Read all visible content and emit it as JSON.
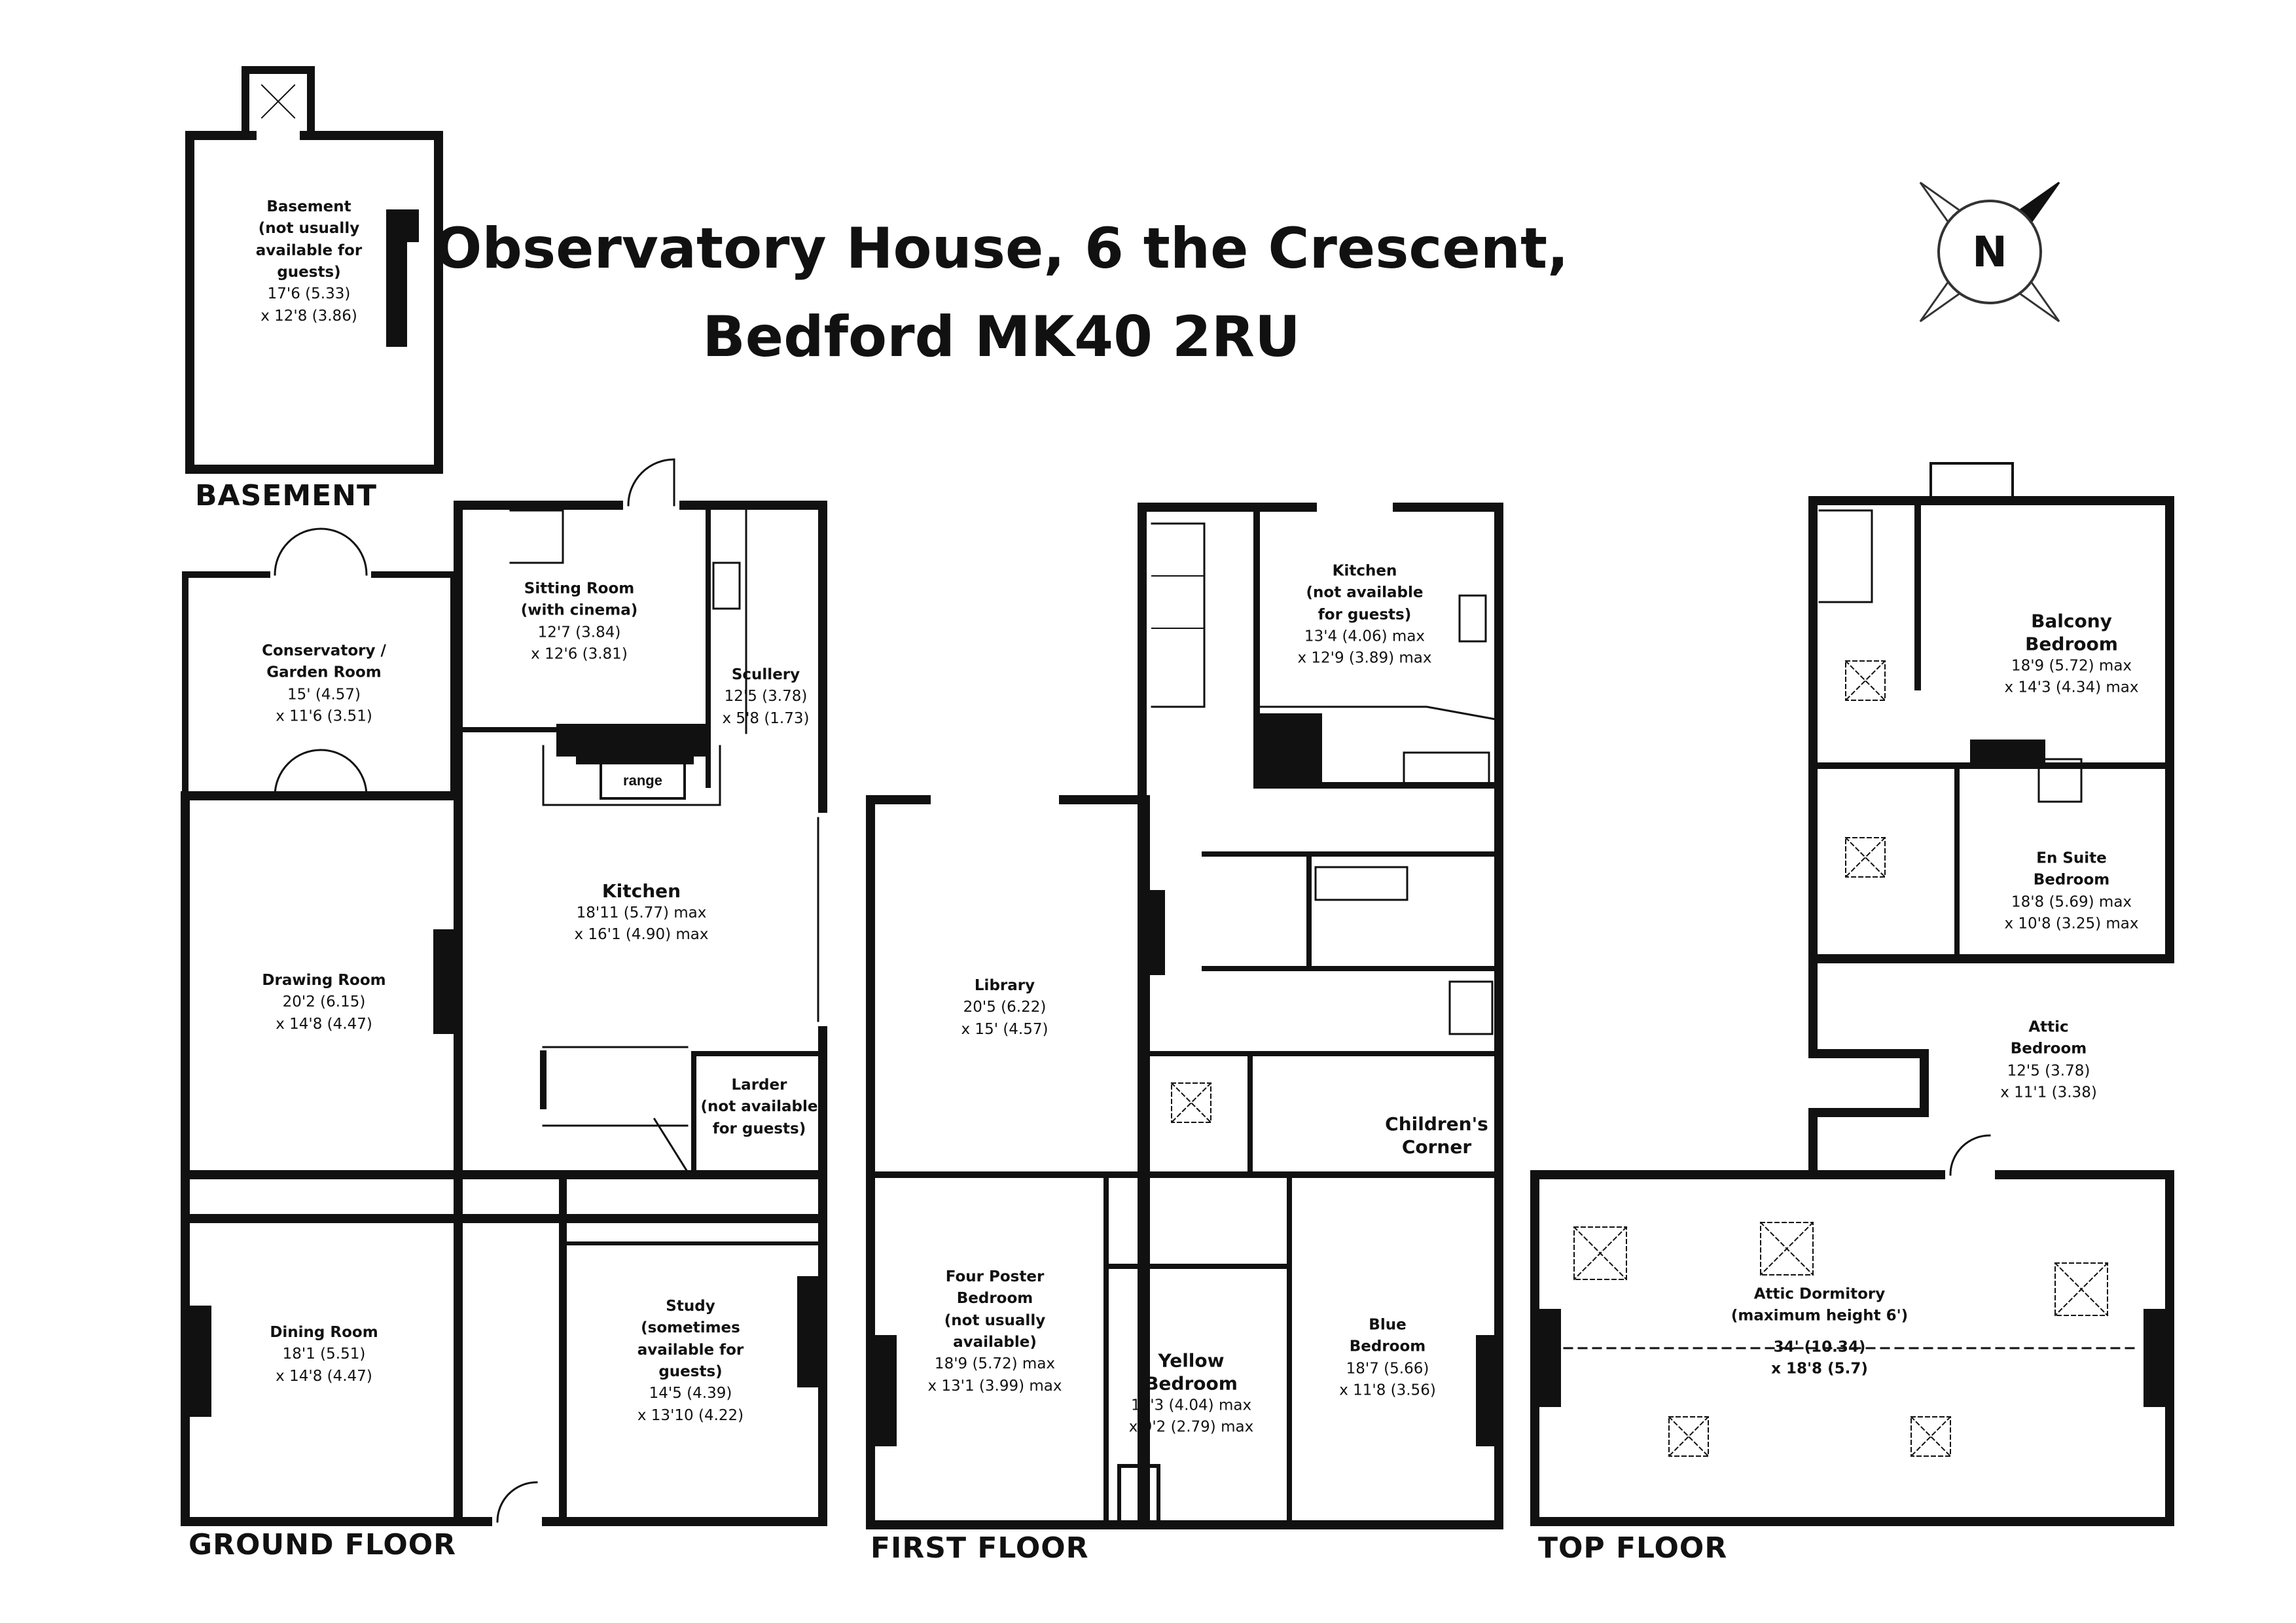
{
  "title": {
    "line1": "Observatory House, 6 the Crescent,",
    "line2": "Bedford MK40 2RU"
  },
  "compass": {
    "icon": "north-compass-icon",
    "letter": "N"
  },
  "floors": {
    "basement": "BASEMENT",
    "ground": "GROUND FLOOR",
    "first": "FIRST FLOOR",
    "top": "TOP FLOOR"
  },
  "rooms": {
    "basement": {
      "name": "Basement\n(not usually\navailable for\nguests)",
      "dims": "17'6 (5.33)\nx 12'8 (3.86)"
    },
    "conservatory": {
      "name": "Conservatory /\nGarden Room",
      "dims": "15' (4.57)\nx 11'6 (3.51)"
    },
    "sitting_room": {
      "name": "Sitting Room\n(with cinema)",
      "dims": "12'7 (3.84)\nx 12'6 (3.81)"
    },
    "scullery": {
      "name": "Scullery",
      "dims": "12'5 (3.78)\nx 5'8 (1.73)"
    },
    "range": "range",
    "kitchen_ground": {
      "name": "Kitchen",
      "dims": "18'11 (5.77) max\nx 16'1 (4.90) max"
    },
    "drawing_room": {
      "name": "Drawing Room",
      "dims": "20'2 (6.15)\nx 14'8 (4.47)"
    },
    "larder": {
      "name": "Larder\n(not available\nfor guests)",
      "dims": ""
    },
    "dining_room": {
      "name": "Dining Room",
      "dims": "18'1 (5.51)\nx 14'8 (4.47)"
    },
    "study": {
      "name": "Study\n(sometimes\navailable for\nguests)",
      "dims": "14'5 (4.39)\nx 13'10 (4.22)"
    },
    "kitchen_first": {
      "name": "Kitchen\n(not available\nfor guests)",
      "dims": "13'4 (4.06) max\nx 12'9 (3.89) max"
    },
    "library": {
      "name": "Library",
      "dims": "20'5 (6.22)\nx 15' (4.57)"
    },
    "childrens_corner": {
      "name": "Children's\nCorner",
      "dims": ""
    },
    "four_poster": {
      "name": "Four Poster\nBedroom\n(not usually\navailable)",
      "dims": "18'9 (5.72) max\nx 13'1 (3.99) max"
    },
    "yellow_bedroom": {
      "name": "Yellow\nBedroom",
      "dims": "13'3 (4.04) max\nx 9'2 (2.79) max"
    },
    "blue_bedroom": {
      "name": "Blue\nBedroom",
      "dims": "18'7 (5.66)\nx 11'8 (3.56)"
    },
    "balcony_bedroom": {
      "name": "Balcony\nBedroom",
      "dims": "18'9 (5.72) max\nx 14'3 (4.34) max"
    },
    "en_suite_bedroom": {
      "name": "En Suite\nBedroom",
      "dims": "18'8 (5.69) max\nx 10'8 (3.25) max"
    },
    "attic_bedroom": {
      "name": "Attic\nBedroom",
      "dims": "12'5 (3.78)\nx 11'1 (3.38)"
    },
    "attic_dormitory": {
      "name": "Attic Dormitory\n(maximum height 6')",
      "dims": "34' (10.34)\nx 18'8 (5.7)"
    }
  }
}
